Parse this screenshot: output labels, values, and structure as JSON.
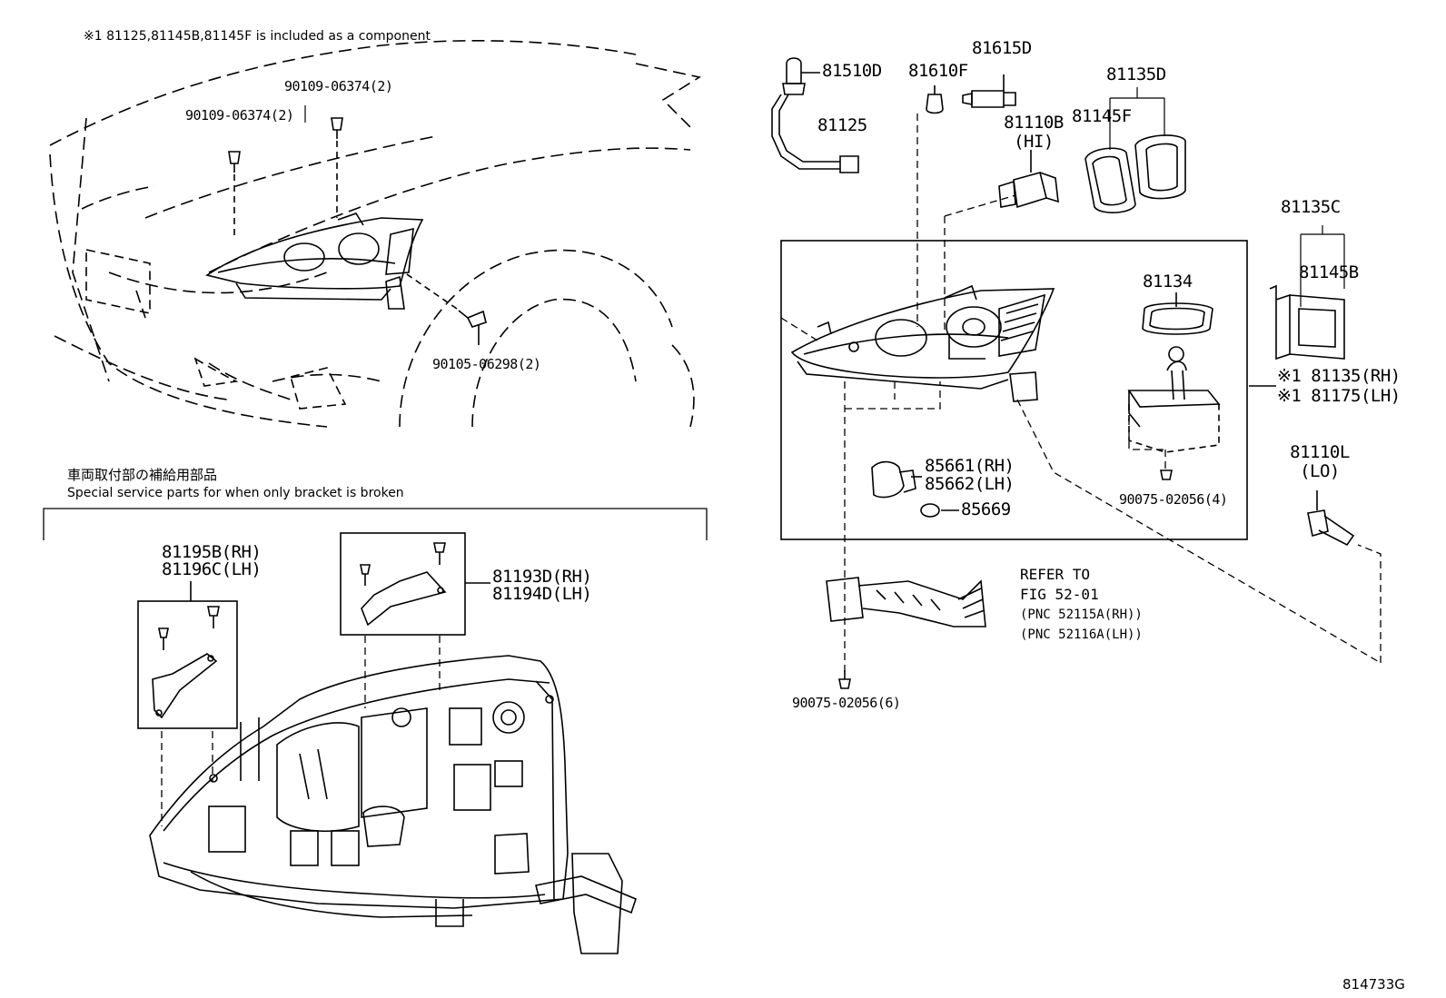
{
  "header": {
    "note": "※1 81125,81145B,81145F is included as a component"
  },
  "labels": {
    "p_81510D": "81510D",
    "p_81610F": "81610F",
    "p_81615D": "81615D",
    "p_81125": "81125",
    "p_81110B": "81110B",
    "p_81110B_sub": "(HI)",
    "p_81135D": "81135D",
    "p_81145F": "81145F",
    "p_81135C": "81135C",
    "p_81145B": "81145B",
    "p_81134": "81134",
    "p_81135_rh": "※1 81135(RH)",
    "p_81175_lh": "※1 81175(LH)",
    "p_85661": "85661(RH)",
    "p_85662": "85662(LH)",
    "p_85669": "85669",
    "p_90075_4": "90075-02056(4)",
    "p_81110L": "81110L",
    "p_81110L_sub": "(LO)",
    "p_90075_6": "90075-02056(6)",
    "p_90109_a": "90109-06374(2)",
    "p_90109_b": "90109-06374(2)",
    "p_90105": "90105-06298(2)",
    "p_81195B": "81195B(RH)",
    "p_81196C": "81196C(LH)",
    "p_81193D": "81193D(RH)",
    "p_81194D": "81194D(LH)"
  },
  "refer": {
    "line1": "REFER TO",
    "line2": "FIG 52-01",
    "line3": "(PNC 52115A(RH))",
    "line4": "(PNC 52116A(LH))"
  },
  "section": {
    "title_jp": "車両取付部の補給用部品",
    "title_en": "Special service parts for when only bracket is broken"
  },
  "figure_id": "814733G"
}
